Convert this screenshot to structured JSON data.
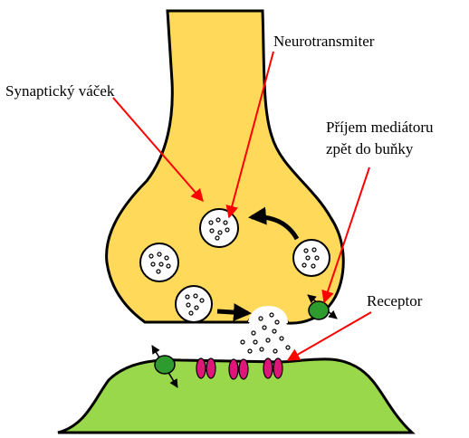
{
  "labels": {
    "neurotransmiter": "Neurotransmiter",
    "vesicle": "Synaptický váček",
    "reuptake_line1": "Příjem mediátoru",
    "reuptake_line2": "zpět do buňky",
    "receptor": "Receptor"
  },
  "colors": {
    "presynaptic": "#FFD95A",
    "postsynaptic": "#99D84A",
    "outline": "#000000",
    "vesicle_fill": "#FFFFFF",
    "transporter": "#2E9B2E",
    "receptor": "#E0157A",
    "pointer": "#FF0000"
  }
}
